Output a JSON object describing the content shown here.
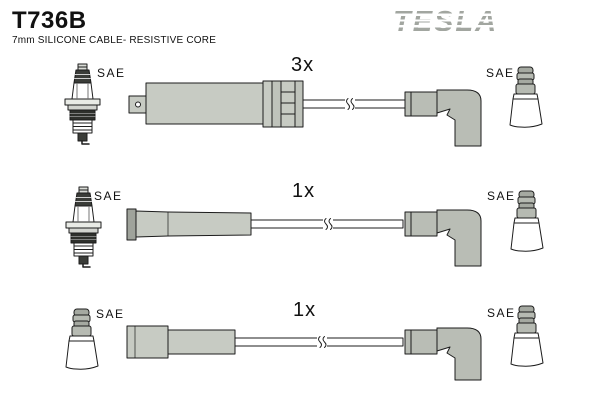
{
  "header": {
    "part_number": "T736B",
    "description": "7mm SILICONE CABLE- RESISTIVE CORE",
    "brand_logo": "TESLA"
  },
  "rows": [
    {
      "quantity": "3x",
      "left_label": "SAE",
      "right_label": "SAE",
      "left_icon": "spark-plug-icon",
      "right_icon": "plug-boot-icon"
    },
    {
      "quantity": "1x",
      "left_label": "SAE",
      "right_label": "SAE",
      "left_icon": "spark-plug-icon",
      "right_icon": "plug-boot-icon"
    },
    {
      "quantity": "1x",
      "left_label": "SAE",
      "right_label": "SAE",
      "left_icon": "plug-boot-icon",
      "right_icon": "plug-boot-icon"
    }
  ],
  "colors": {
    "background": "#ffffff",
    "outline": "#1c1c1c",
    "connector_fill": "#c7cbc3",
    "elbow_boot_fill": "#b9bdb5",
    "end_cap_fill": "#9fa39b",
    "logo_grey": "#a2a6a0"
  }
}
